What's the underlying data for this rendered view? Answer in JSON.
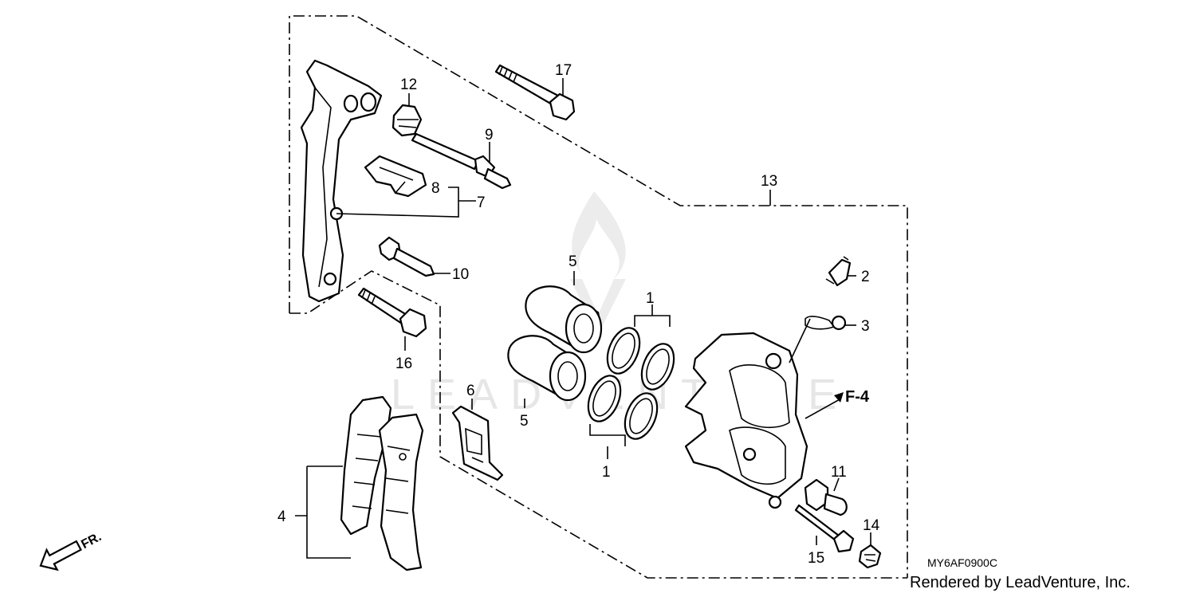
{
  "diagram": {
    "callouts": {
      "c1a": "1",
      "c1b": "1",
      "c2": "2",
      "c3": "3",
      "c4": "4",
      "c5a": "5",
      "c5b": "5",
      "c6": "6",
      "c7": "7",
      "c8": "8",
      "c9": "9",
      "c10": "10",
      "c11": "11",
      "c12": "12",
      "c13": "13",
      "c14": "14",
      "c15": "15",
      "c16": "16",
      "c17": "17"
    },
    "reference_label": "F-4",
    "direction_label": "FR.",
    "diagram_code": "MY6AF0900C",
    "credit": "Rendered by LeadVenture, Inc.",
    "watermark_text": "LEADVENTURE"
  }
}
